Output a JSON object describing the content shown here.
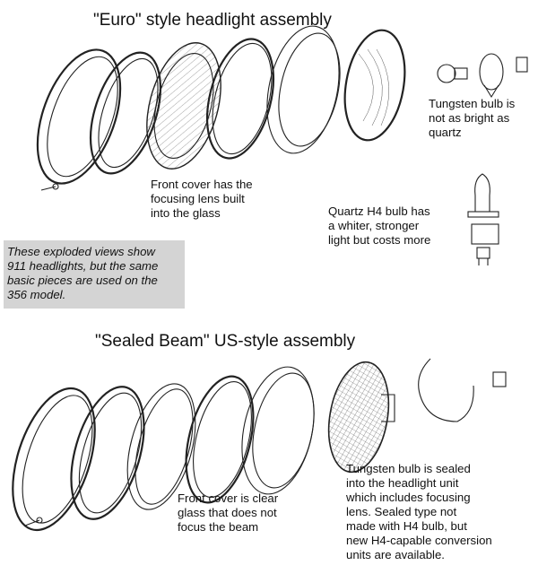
{
  "euro": {
    "title": "\"Euro\" style headlight assembly",
    "cap_tungsten": "Tungsten bulb is\nnot as bright as\nquartz",
    "cap_front": "Front cover has the\nfocusing lens built\ninto the glass",
    "cap_quartz": "Quartz H4 bulb has\na whiter, stronger\nlight but costs more"
  },
  "note": "These exploded views show\n911 headlights, but the same\nbasic pieces are used on the\n356 model.",
  "sealed": {
    "title": "\"Sealed Beam\" US-style assembly",
    "cap_front": "Front cover is clear\nglass that does not\nfocus the beam",
    "cap_tungsten": "Tungsten bulb is sealed\ninto the headlight unit\nwhich includes focusing\nlens. Sealed type not\nmade with H4 bulb, but\nnew H4-capable conversion\nunits are available."
  }
}
